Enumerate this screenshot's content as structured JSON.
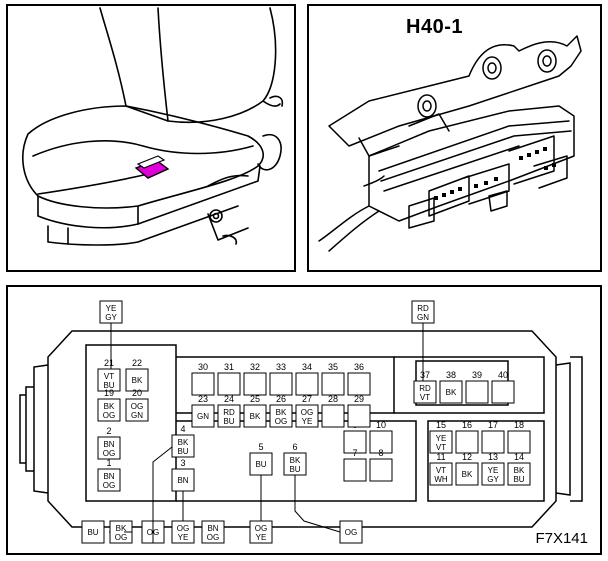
{
  "header": {
    "connector_title": "H40-1"
  },
  "footer": {
    "figure_id": "F7X141"
  },
  "colors": {
    "seat_heater_highlight": "#e100d8",
    "line": "#000000"
  },
  "pins": {
    "p1": {
      "number": "1",
      "color": [
        "BN",
        "OG"
      ]
    },
    "p2": {
      "number": "2",
      "color": [
        "BN",
        "OG"
      ]
    },
    "p3": {
      "number": "3",
      "color": [
        "BN"
      ]
    },
    "p4": {
      "number": "4",
      "color": [
        "BK",
        "BU"
      ]
    },
    "p5": {
      "number": "5",
      "color": [
        "BU"
      ]
    },
    "p6": {
      "number": "6",
      "color": [
        "BK",
        "BU"
      ]
    },
    "p7": {
      "number": "7",
      "color": []
    },
    "p8": {
      "number": "8",
      "color": []
    },
    "p9": {
      "number": "9",
      "color": []
    },
    "p10": {
      "number": "10",
      "color": []
    },
    "p11": {
      "number": "11",
      "color": [
        "VT",
        "WH"
      ]
    },
    "p12": {
      "number": "12",
      "color": [
        "BK"
      ]
    },
    "p13": {
      "number": "13",
      "color": [
        "YE",
        "GY"
      ]
    },
    "p14": {
      "number": "14",
      "color": [
        "BK",
        "BU"
      ]
    },
    "p15": {
      "number": "15",
      "color": [
        "YE",
        "VT"
      ]
    },
    "p16": {
      "number": "16",
      "color": []
    },
    "p17": {
      "number": "17",
      "color": []
    },
    "p18": {
      "number": "18",
      "color": []
    },
    "p19": {
      "number": "19",
      "color": [
        "BK",
        "OG"
      ]
    },
    "p20": {
      "number": "20",
      "color": [
        "OG",
        "GN"
      ]
    },
    "p21": {
      "number": "21",
      "color": [
        "VT",
        "BU"
      ]
    },
    "p22": {
      "number": "22",
      "color": [
        "BK"
      ]
    },
    "p23": {
      "number": "23",
      "color": [
        "GN"
      ]
    },
    "p24": {
      "number": "24",
      "color": [
        "RD",
        "BU"
      ]
    },
    "p25": {
      "number": "25",
      "color": [
        "BK"
      ]
    },
    "p26": {
      "number": "26",
      "color": [
        "BK",
        "OG"
      ]
    },
    "p27": {
      "number": "27",
      "color": [
        "OG",
        "YE"
      ]
    },
    "p28": {
      "number": "28",
      "color": []
    },
    "p29": {
      "number": "29",
      "color": []
    },
    "p30": {
      "number": "30",
      "color": []
    },
    "p31": {
      "number": "31",
      "color": []
    },
    "p32": {
      "number": "32",
      "color": []
    },
    "p33": {
      "number": "33",
      "color": []
    },
    "p34": {
      "number": "34",
      "color": []
    },
    "p35": {
      "number": "35",
      "color": []
    },
    "p36": {
      "number": "36",
      "color": []
    },
    "p37": {
      "number": "37",
      "color": [
        "RD",
        "VT"
      ]
    },
    "p38": {
      "number": "38",
      "color": [
        "BK"
      ]
    },
    "p39": {
      "number": "39",
      "color": []
    },
    "p40": {
      "number": "40",
      "color": []
    }
  },
  "callouts": {
    "top_yegy": [
      "YE",
      "GY"
    ],
    "top_rdgn": [
      "RD",
      "GN"
    ],
    "bot_bu": [
      "BU"
    ],
    "bot_bkog": [
      "BK",
      "OG"
    ],
    "bot_og1": [
      "OG"
    ],
    "bot_ogye1": [
      "OG",
      "YE"
    ],
    "bot_bnog": [
      "BN",
      "OG"
    ],
    "bot_ogye2": [
      "OG",
      "YE"
    ],
    "bot_og2": [
      "OG"
    ]
  }
}
